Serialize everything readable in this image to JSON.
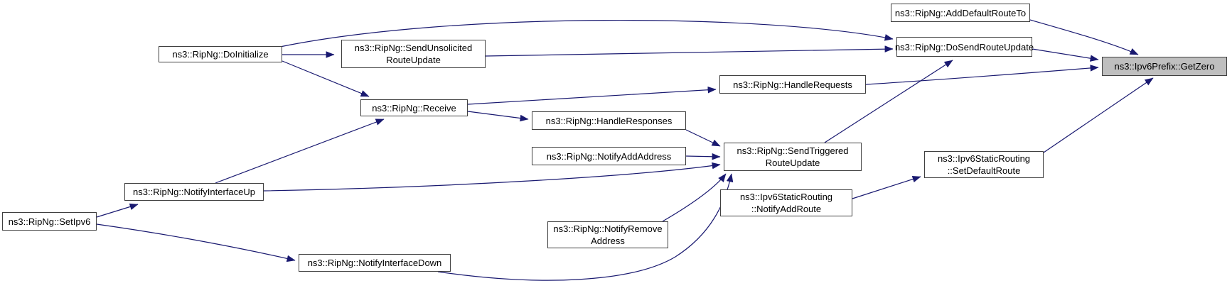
{
  "diagram": {
    "type": "call-graph",
    "colors": {
      "background": "#ffffff",
      "edge": "#191970",
      "node_border": "#404040",
      "node_fill": "#ffffff",
      "highlighted_node_fill": "#bfbfbf",
      "text": "#000000"
    },
    "nodes": {
      "doinitialize": {
        "label": "ns3::RipNg::DoInitialize"
      },
      "sendunsolicited": {
        "label": "ns3::RipNg::SendUnsolicited RouteUpdate"
      },
      "receive": {
        "label": "ns3::RipNg::Receive"
      },
      "handleresponses": {
        "label": "ns3::RipNg::HandleResponses"
      },
      "notifyaddaddress": {
        "label": "ns3::RipNg::NotifyAddAddress"
      },
      "handlerequests": {
        "label": "ns3::RipNg::HandleRequests"
      },
      "sendtriggered": {
        "label": "ns3::RipNg::SendTriggered RouteUpdate"
      },
      "adddefaultrouteto": {
        "label": "ns3::RipNg::AddDefaultRouteTo"
      },
      "dosendrouteupdate": {
        "label": "ns3::RipNg::DoSendRouteUpdate"
      },
      "getzero": {
        "label": "ns3::Ipv6Prefix::GetZero",
        "highlighted": true
      },
      "setdefaultroute": {
        "label": "ns3::Ipv6StaticRouting ::SetDefaultRoute"
      },
      "notifyaddroute": {
        "label": "ns3::Ipv6StaticRouting ::NotifyAddRoute"
      },
      "notifyinterfaceup": {
        "label": "ns3::RipNg::NotifyInterfaceUp"
      },
      "setipv6": {
        "label": "ns3::RipNg::SetIpv6"
      },
      "notifyinterfacedown": {
        "label": "ns3::RipNg::NotifyInterfaceDown"
      },
      "notifyremoveaddress": {
        "label": "ns3::RipNg::NotifyRemove Address"
      }
    },
    "edges": [
      {
        "from": "doinitialize",
        "to": "sendunsolicited"
      },
      {
        "from": "doinitialize",
        "to": "receive"
      },
      {
        "from": "doinitialize",
        "to": "dosendrouteupdate"
      },
      {
        "from": "sendunsolicited",
        "to": "dosendrouteupdate"
      },
      {
        "from": "receive",
        "to": "handlerequests"
      },
      {
        "from": "receive",
        "to": "handleresponses"
      },
      {
        "from": "handleresponses",
        "to": "sendtriggered"
      },
      {
        "from": "notifyaddaddress",
        "to": "sendtriggered"
      },
      {
        "from": "handlerequests",
        "to": "getzero"
      },
      {
        "from": "sendtriggered",
        "to": "dosendrouteupdate"
      },
      {
        "from": "dosendrouteupdate",
        "to": "getzero"
      },
      {
        "from": "adddefaultrouteto",
        "to": "getzero"
      },
      {
        "from": "setdefaultroute",
        "to": "getzero"
      },
      {
        "from": "notifyaddroute",
        "to": "setdefaultroute"
      },
      {
        "from": "notifyinterfaceup",
        "to": "receive"
      },
      {
        "from": "notifyinterfaceup",
        "to": "sendtriggered"
      },
      {
        "from": "setipv6",
        "to": "notifyinterfaceup"
      },
      {
        "from": "setipv6",
        "to": "notifyinterfacedown"
      },
      {
        "from": "notifyremoveaddress",
        "to": "sendtriggered"
      },
      {
        "from": "notifyinterfacedown",
        "to": "sendtriggered"
      }
    ]
  }
}
